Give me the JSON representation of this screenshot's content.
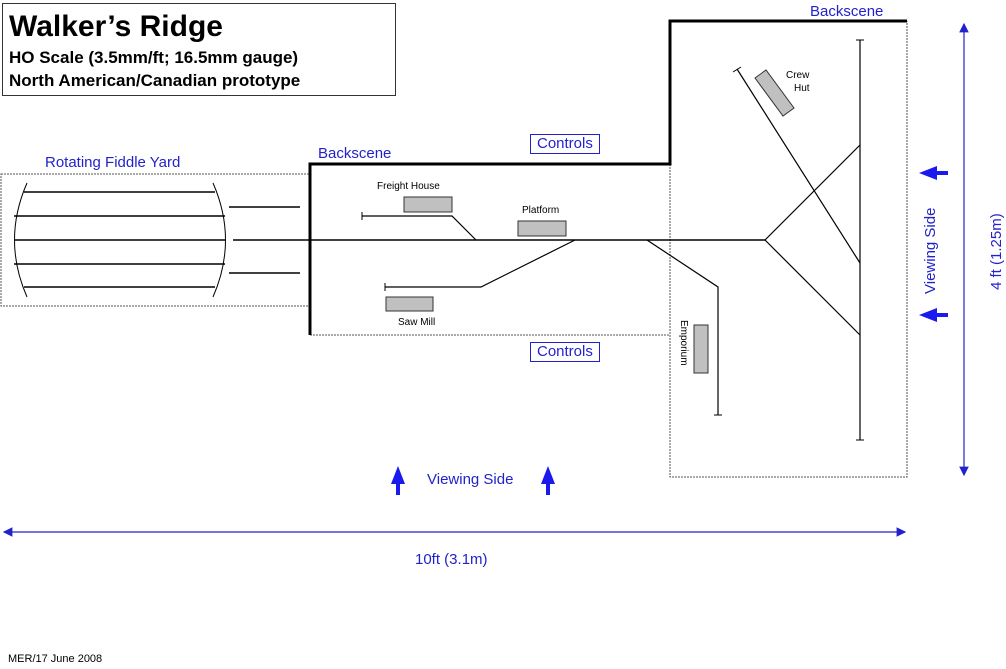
{
  "title": {
    "main": "Walker’s Ridge",
    "line1": "HO Scale  (3.5mm/ft; 16.5mm gauge)",
    "line2": "North American/Canadian prototype"
  },
  "labels": {
    "fiddle_yard": "Rotating Fiddle Yard",
    "backscene_left": "Backscene",
    "backscene_right": "Backscene",
    "controls_top": "Controls",
    "controls_bottom": "Controls",
    "viewing_side_bottom": "Viewing Side",
    "viewing_side_right": "Viewing Side",
    "width_dim": "10ft (3.1m)",
    "height_dim": "4 ft (1.25m)",
    "footer": "MER/17 June 2008"
  },
  "buildings": {
    "freight_house": "Freight House",
    "platform": "Platform",
    "saw_mill": "Saw Mill",
    "emporium": "Emporium",
    "crew_hut_1": "Crew",
    "crew_hut_2": "Hut"
  },
  "colors": {
    "annotation": "#2222cc",
    "track": "#000000",
    "building_fill": "#c0c0c0"
  }
}
